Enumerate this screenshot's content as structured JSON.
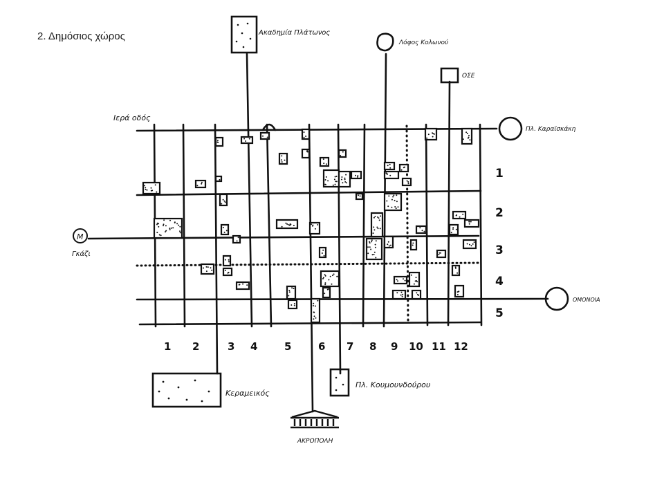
{
  "title": "2. Δημόσιος χώρος",
  "landmarks": {
    "academy": "Ακαδημία Πλάτωνος",
    "hill": "Λόφος Κολωνού",
    "ose": "ΟΣΕ",
    "karaiskaki": "Πλ. Καραϊσκάκη",
    "iera_odos": "Ιερά οδός",
    "metro": "Μ",
    "gazi": "Γκάζι",
    "omonia": "ΟΜΟΝΟΙΑ",
    "kerameikos": "Κεραμεικός",
    "acropolis": "ΑΚΡΟΠΟΛΗ",
    "koumoundourou": "Πλ. Κουμουνδούρου"
  },
  "row_numbers": [
    "1",
    "2",
    "3",
    "4",
    "5"
  ],
  "column_numbers": [
    "1",
    "2",
    "3",
    "4",
    "5",
    "6",
    "7",
    "8",
    "9",
    "10",
    "11",
    "12"
  ]
}
